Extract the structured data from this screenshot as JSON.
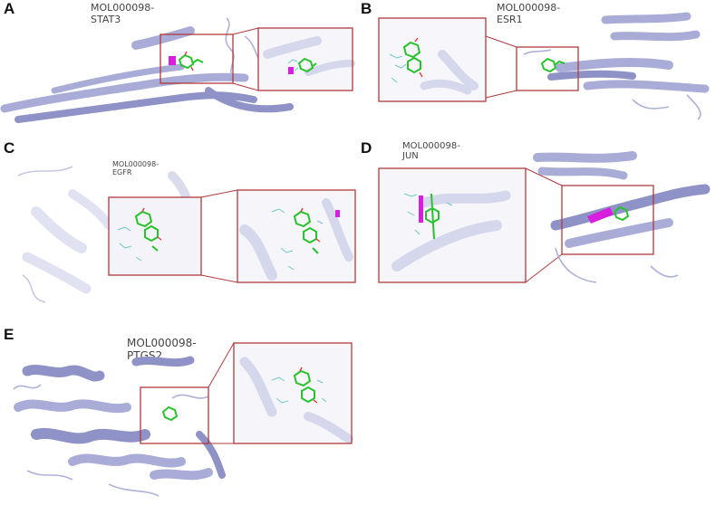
{
  "panels": [
    {
      "label": "A",
      "title": "MOL000098-STAT3"
    },
    {
      "label": "B",
      "title": "MOL000098-ESR1"
    },
    {
      "label": "C",
      "title": "MOL000098-EGFR"
    },
    {
      "label": "D",
      "title": "MOL000098-JUN"
    },
    {
      "label": "E",
      "title": "MOL000098-PTGS2"
    }
  ],
  "colors": {
    "protein": "#a9acd6",
    "protein_dark": "#8e92c6",
    "ligand": "#27c22d",
    "highlight": "#d91ee0",
    "box": "#b03a3e"
  }
}
